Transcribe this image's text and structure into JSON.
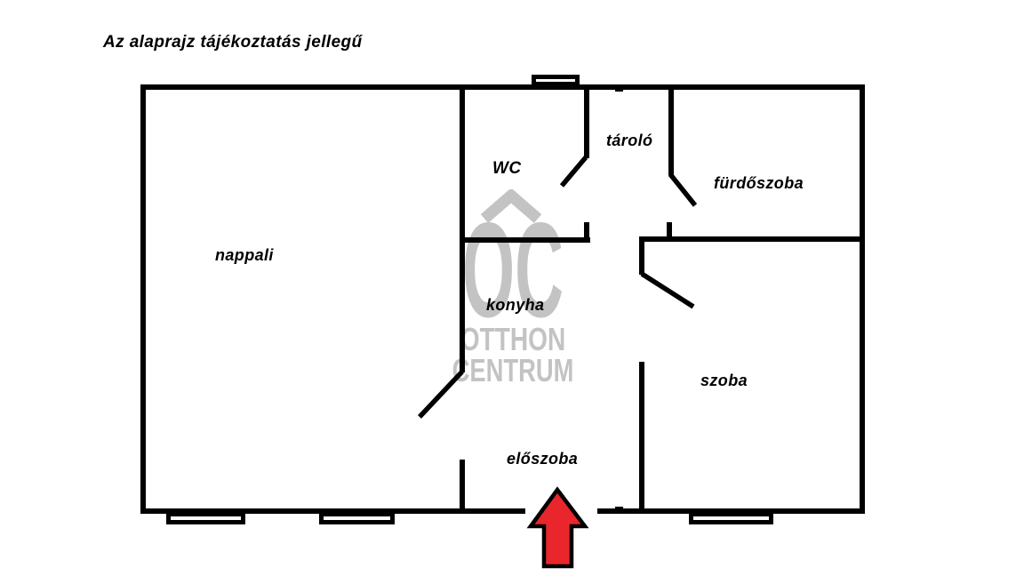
{
  "page": {
    "title": "Az alaprajz tájékoztatás jellegű",
    "background_color": "#ffffff"
  },
  "floorplan": {
    "rooms": [
      {
        "id": "nappali",
        "label": "nappali"
      },
      {
        "id": "wc",
        "label": "WC"
      },
      {
        "id": "tarolo",
        "label": "tároló"
      },
      {
        "id": "furdoszoba",
        "label": "fürdőszoba"
      },
      {
        "id": "konyha",
        "label": "konyha"
      },
      {
        "id": "szoba",
        "label": "szoba"
      },
      {
        "id": "eloszoba",
        "label": "előszoba"
      }
    ],
    "icons": {
      "entrance": "arrow-up-icon",
      "watermark_roof": "roof-chevron-icon"
    },
    "colors": {
      "wall": "#000000",
      "watermark_gray": "#c3c3c3",
      "arrow_fill": "#e8262b",
      "arrow_outline": "#000000"
    }
  },
  "watermark": {
    "logo_text": "OC",
    "line1": "OTTHON",
    "line2": "CENTRUM"
  }
}
